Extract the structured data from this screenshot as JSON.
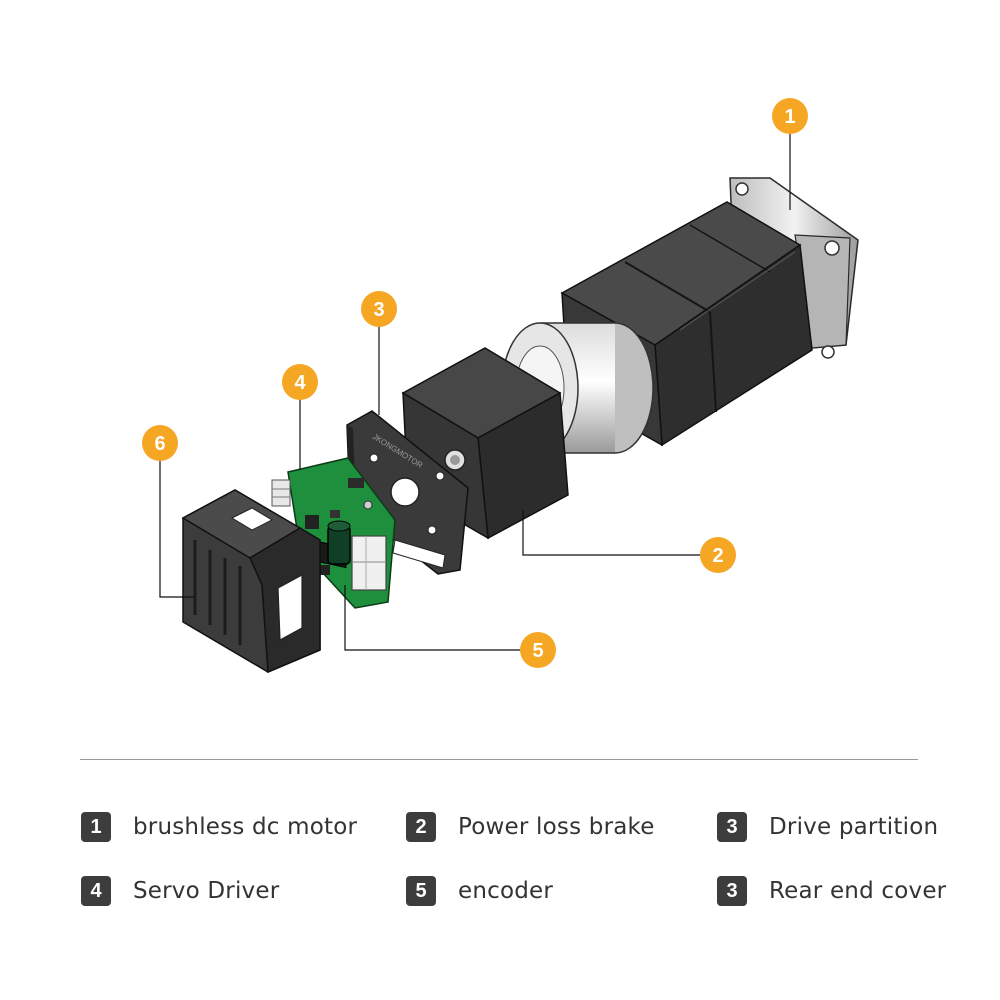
{
  "colors": {
    "callout": "#f5a623",
    "badge": "#3d3d3d",
    "board": "#1e8f3c",
    "body": "#2b2b2b"
  },
  "callouts": [
    {
      "num": "1"
    },
    {
      "num": "2"
    },
    {
      "num": "3"
    },
    {
      "num": "4"
    },
    {
      "num": "5"
    },
    {
      "num": "6"
    }
  ],
  "plate_text": "JKONGMOTOR",
  "legend": [
    {
      "num": "1",
      "label": "brushless dc motor"
    },
    {
      "num": "2",
      "label": "Power loss brake"
    },
    {
      "num": "3",
      "label": "Drive partition"
    },
    {
      "num": "4",
      "label": "Servo Driver"
    },
    {
      "num": "5",
      "label": "encoder"
    },
    {
      "num": "3",
      "label": "Rear end cover"
    }
  ]
}
